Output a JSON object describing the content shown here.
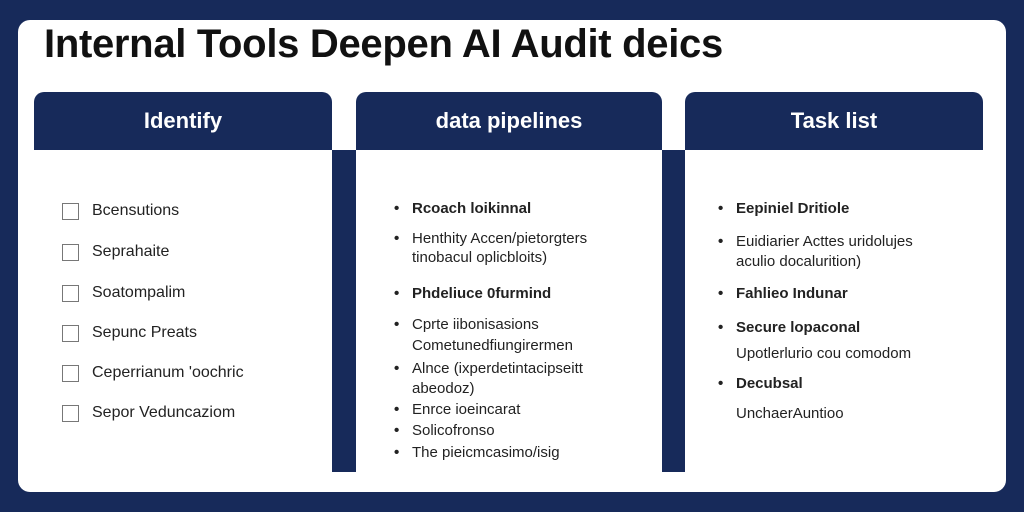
{
  "title": "Internal Tools Deepen AI  Audit deics",
  "columns": [
    {
      "header": "Identify",
      "items": [
        "Bcensutions",
        "Seprahaite",
        "Soatompalim",
        "Sepunc Preats",
        "Ceperrianum 'oochric",
        "Sepor Veduncaziom"
      ]
    },
    {
      "header": "data pipelines",
      "items": [
        {
          "bullet": "•",
          "text": "Rcoach loikinnal",
          "bold": true
        },
        {
          "bullet": "•",
          "text": "Henthity Accen/pietorgters",
          "bold": false
        },
        {
          "bullet": "",
          "text": "tinobacul oplicbloits)",
          "bold": false
        },
        {
          "bullet": "•",
          "text": "Phdeliuce 0furmind",
          "bold": true
        },
        {
          "bullet": "•",
          "text": "Cprte iibonisasions",
          "bold": false
        },
        {
          "bullet": "",
          "text": "Cometunedfiungirermen",
          "bold": false
        },
        {
          "bullet": "•",
          "text": "Alnce (ixperdetintacipseitt",
          "bold": false
        },
        {
          "bullet": "",
          "text": "abeodoz)",
          "bold": false
        },
        {
          "bullet": "•",
          "text": "Enrce ioeincarat",
          "bold": false
        },
        {
          "bullet": "•",
          "text": "Solicofronso",
          "bold": false
        },
        {
          "bullet": "•",
          "text": "The pieicmcasimo/isig",
          "bold": false
        }
      ]
    },
    {
      "header": "Task list",
      "items": [
        {
          "bullet": "•",
          "text": "Eepiniel Dritiole",
          "bold": true
        },
        {
          "bullet": "•",
          "text": "Euidiarier Acttes uridolujes",
          "bold": false
        },
        {
          "bullet": "",
          "text": "aculio docalurition)",
          "bold": false
        },
        {
          "bullet": "•",
          "text": "Fahlieo Indunar",
          "bold": true
        },
        {
          "bullet": "•",
          "text": "Secure  lopaconal",
          "bold": true
        },
        {
          "bullet": "",
          "text": "Upotlerlurio cou comodom",
          "bold": false
        },
        {
          "bullet": "•",
          "text": "Decubsal",
          "bold": true
        },
        {
          "bullet": "",
          "text": "UnchaerAuntioo",
          "bold": false
        }
      ]
    }
  ]
}
